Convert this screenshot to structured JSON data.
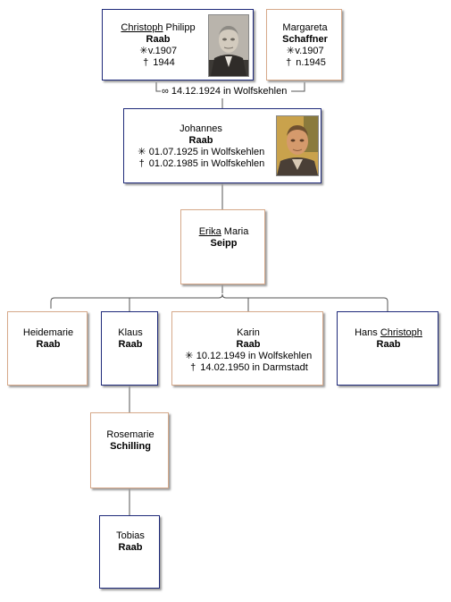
{
  "persons": {
    "christoph_raab": {
      "given_underlined": "Christoph",
      "given_rest": " Philipp",
      "surname": "Raab",
      "birth": "v.1907",
      "death": "1944"
    },
    "margareta_schaffner": {
      "given": "Margareta",
      "surname": "Schaffner",
      "birth": "v.1907",
      "death": "n.1945"
    },
    "johannes_raab": {
      "given": "Johannes",
      "surname": "Raab",
      "birth": "01.07.1925 in Wolfskehlen",
      "death": "01.02.1985 in Wolfskehlen"
    },
    "erika_seipp": {
      "given_underlined": "Erika",
      "given_rest": " Maria",
      "surname": "Seipp"
    },
    "heidemarie_raab": {
      "given": "Heidemarie",
      "surname": "Raab"
    },
    "klaus_raab": {
      "given": "Klaus",
      "surname": "Raab"
    },
    "karin_raab": {
      "given": "Karin",
      "surname": "Raab",
      "birth": "10.12.1949 in Wolfskehlen",
      "death": "14.02.1950 in Darmstadt"
    },
    "hans_christoph_raab": {
      "given_rest": "Hans ",
      "given_underlined": "Christoph",
      "surname": "Raab"
    },
    "rosemarie_schilling": {
      "given": "Rosemarie",
      "surname": "Schilling"
    },
    "tobias_raab": {
      "given": "Tobias",
      "surname": "Raab"
    }
  },
  "symbols": {
    "birth": "✳",
    "death": "†",
    "marriage": "∞"
  },
  "marriage": {
    "date_place": "14.12.1924 in Wolfskehlen"
  },
  "colors": {
    "male_border": "#1f2a7a",
    "female_border": "#d6a98a",
    "connector": "#555555"
  }
}
